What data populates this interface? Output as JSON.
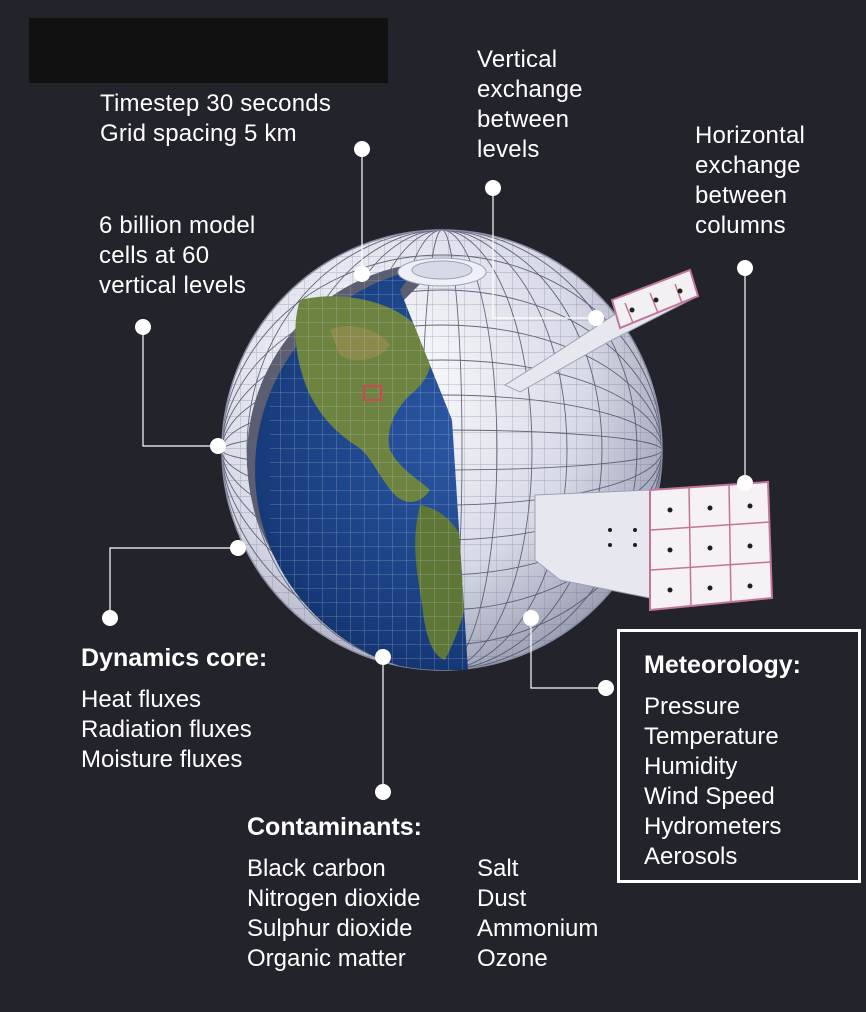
{
  "timestep": [
    "Timestep 30 seconds",
    "Grid spacing 5 km"
  ],
  "cells": [
    "6 billion model",
    "cells at 60",
    "vertical levels"
  ],
  "vertical": [
    "Vertical",
    "exchange",
    "between",
    "levels"
  ],
  "horizontal": [
    "Horizontal",
    "exchange",
    "between",
    "columns"
  ],
  "dynamics": {
    "title": "Dynamics core:",
    "items": [
      "Heat fluxes",
      "Radiation fluxes",
      "Moisture fluxes"
    ]
  },
  "meteorology": {
    "title": "Meteorology:",
    "items": [
      "Pressure",
      "Temperature",
      "Humidity",
      "Wind Speed",
      "Hydrometers",
      "Aerosols"
    ]
  },
  "contaminants": {
    "title": "Contaminants:",
    "col1": [
      "Black carbon",
      "Nitrogen dioxide",
      "Sulphur dioxide",
      "Organic matter"
    ],
    "col2": [
      "Salt",
      "Dust",
      "Ammonium",
      "Ozone"
    ]
  },
  "colors": {
    "background": "#22232b",
    "line": "#ffffff",
    "globe_grid": "#d9dbe8",
    "ocean": "#1d3f86",
    "land": "#5f7a3c",
    "column_pink": "#c3749b"
  }
}
